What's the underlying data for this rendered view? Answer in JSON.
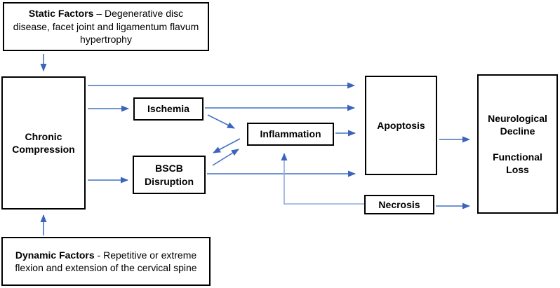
{
  "diagram": {
    "boxes": {
      "static_factors": {
        "title_bold": "Static Factors",
        "text": "– Degenerative disc disease, facet joint and ligamentum flavum hypertrophy"
      },
      "dynamic_factors": {
        "title_bold": "Dynamic Factors",
        "text": "- Repetitive or extreme flexion and extension of the cervical spine"
      },
      "chronic_compression": {
        "label": "Chronic Compression"
      },
      "ischemia": {
        "label": "Ischemia"
      },
      "bscb_disruption": {
        "label": "BSCB Disruption"
      },
      "inflammation": {
        "label": "Inflammation"
      },
      "apoptosis": {
        "label": "Apoptosis"
      },
      "necrosis": {
        "label": "Necrosis"
      },
      "outcome": {
        "line1": "Neurological Decline",
        "line2": "Functional Loss"
      }
    },
    "edges": [
      {
        "from": "Static Factors",
        "to": "Chronic Compression"
      },
      {
        "from": "Dynamic Factors",
        "to": "Chronic Compression"
      },
      {
        "from": "Chronic Compression",
        "to": "Apoptosis"
      },
      {
        "from": "Chronic Compression",
        "to": "Ischemia"
      },
      {
        "from": "Chronic Compression",
        "to": "BSCB Disruption"
      },
      {
        "from": "Ischemia",
        "to": "Apoptosis"
      },
      {
        "from": "Ischemia",
        "to": "Inflammation"
      },
      {
        "from": "Inflammation",
        "to": "Apoptosis"
      },
      {
        "from": "Inflammation",
        "to": "BSCB Disruption"
      },
      {
        "from": "BSCB Disruption",
        "to": "Inflammation"
      },
      {
        "from": "BSCB Disruption",
        "to": "Apoptosis"
      },
      {
        "from": "Necrosis",
        "to": "Inflammation"
      },
      {
        "from": "Apoptosis",
        "to": "Neurological Decline / Functional Loss"
      },
      {
        "from": "Necrosis",
        "to": "Neurological Decline / Functional Loss"
      }
    ],
    "colors": {
      "arrow": "#4472C4",
      "arrow_light": "#8faadc",
      "arrow_head": "#3b64ba",
      "border": "#000000",
      "background": "#ffffff",
      "text": "#000000"
    }
  }
}
